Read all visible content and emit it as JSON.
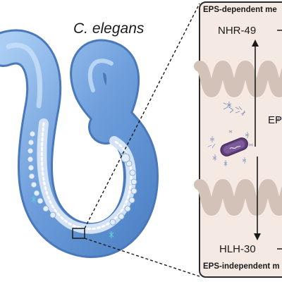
{
  "figure": {
    "organism_label": "C. elegans",
    "panel": {
      "top_header": "EPS-dependent me",
      "bottom_header": "EPS-independent m",
      "top_factor": "NHR-49",
      "bottom_factor": "HLH-30",
      "eps_label": "EPS"
    }
  },
  "colors": {
    "worm_body": "#5b8fd0",
    "worm_light": "#8db8e9",
    "intestine": "#c9daf0",
    "panel_bg": "#f5e9e3",
    "panel_border": "#2b2b2b",
    "membrane": "#d3c2b8",
    "bacterium": "#5f3f7a",
    "eps_strands": "#7c8fb3"
  },
  "icons": [
    "worm-illustration",
    "magnify-box",
    "bacterium-icon",
    "eps-cluster-icon",
    "arrow-up",
    "arrow-down"
  ]
}
